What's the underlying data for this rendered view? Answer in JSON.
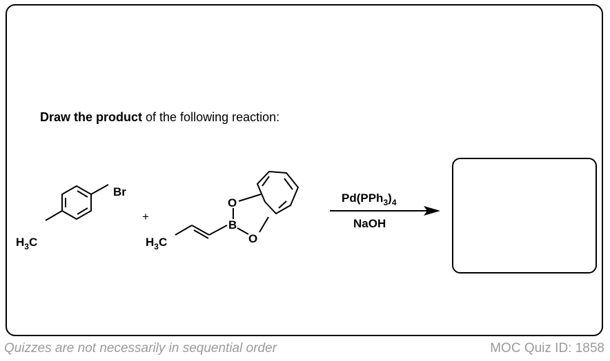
{
  "prompt": {
    "bold": "Draw the product",
    "rest": " of the following reaction:"
  },
  "reactant1": {
    "substituent_left": "H",
    "substituent_left_sub": "3",
    "substituent_left_tail": "C",
    "substituent_right": "Br"
  },
  "plus": "+",
  "reactant2": {
    "methyl_main": "H",
    "methyl_sub": "3",
    "methyl_tail": "C",
    "boron": "B",
    "oxygen_top": "O",
    "oxygen_bottom": "O"
  },
  "conditions": {
    "reagent_main": "Pd(PPh",
    "reagent_sub1": "3",
    "reagent_close": ")",
    "reagent_sub2": "4",
    "base": "NaOH"
  },
  "footer": {
    "left": "Quizzes are not necessarily in sequential order",
    "right": "MOC Quiz ID: 1858"
  }
}
